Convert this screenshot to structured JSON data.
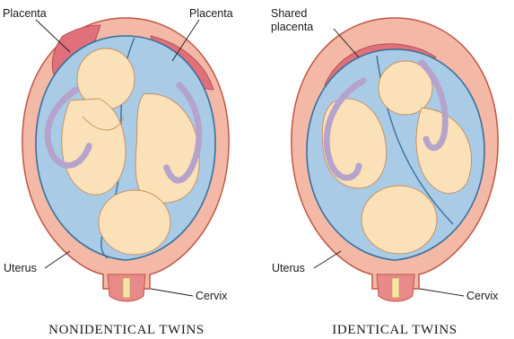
{
  "panels": [
    {
      "caption": "NONIDENTICAL TWINS",
      "labels": {
        "placenta_left": "Placenta",
        "placenta_right": "Placenta",
        "uterus": "Uterus",
        "cervix": "Cervix"
      }
    },
    {
      "caption": "IDENTICAL TWINS",
      "labels": {
        "shared_placenta_line1": "Shared",
        "shared_placenta_line2": "placenta",
        "uterus": "Uterus",
        "cervix": "Cervix"
      }
    }
  ],
  "colors": {
    "uterus_wall": "#f3b9a6",
    "uterus_outline": "#c25545",
    "placenta": "#e0707a",
    "amniotic_fluid": "#a9cbe6",
    "membrane": "#3a6f9a",
    "fetus_skin": "#fbe1b7",
    "umbilical_cord": "#b5a3cc"
  }
}
